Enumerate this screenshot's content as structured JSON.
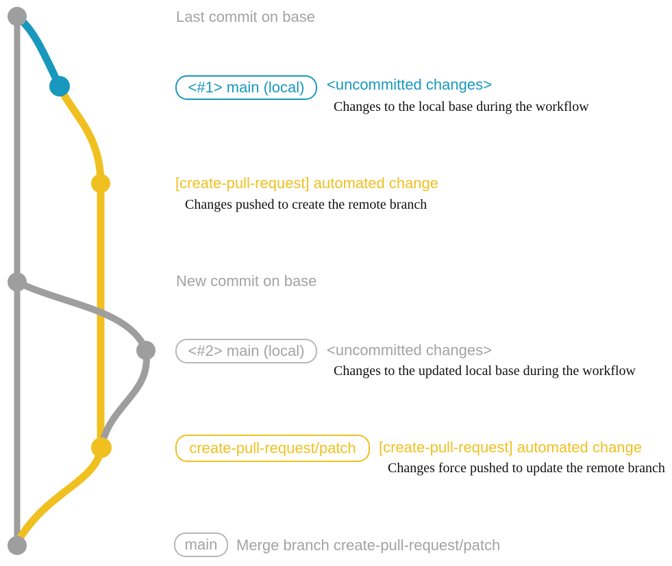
{
  "colors": {
    "bg": "#ffffff",
    "gray": "#9e9e9e",
    "gray-text": "#a3a3a3",
    "gray-border": "#b6b6b6",
    "teal": "#1898bc",
    "yellow": "#f0c020",
    "ink": "#111111"
  },
  "rows": {
    "last_commit": {
      "title": "Last commit on base"
    },
    "main1": {
      "badge": "<#1> main (local)",
      "title": "<uncommitted changes>",
      "note": "Changes to the local base during the workflow"
    },
    "push1": {
      "title": "[create-pull-request] automated change",
      "note": "Changes pushed to create the remote branch"
    },
    "new_commit": {
      "title": "New commit on base"
    },
    "main2": {
      "badge": "<#2> main (local)",
      "title": "<uncommitted changes>",
      "note": "Changes to the updated local base during the workflow"
    },
    "push2": {
      "badge": "create-pull-request/patch",
      "title": "[create-pull-request] automated change",
      "note": "Changes force pushed to update the remote branch"
    },
    "merge": {
      "badge": "main",
      "title": "Merge branch create-pull-request/patch"
    }
  }
}
